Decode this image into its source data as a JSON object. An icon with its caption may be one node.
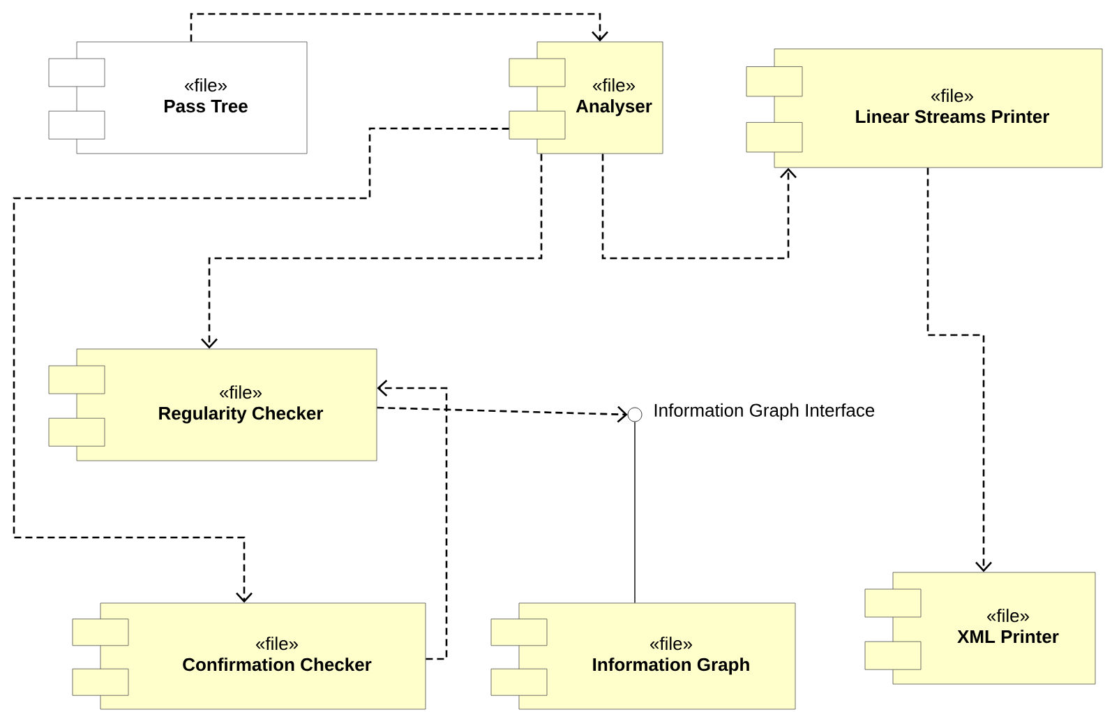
{
  "diagram": {
    "nodes": [
      {
        "text": [
          "«file»",
          "Pass Tree"
        ]
      },
      {
        "text": [
          "«file»",
          "Analyser"
        ]
      },
      {
        "text": [
          "«file»",
          "Linear Streams Printer"
        ]
      },
      {
        "text": [
          "«file»",
          "Regularity Checker"
        ]
      },
      {
        "text": [
          "«file»",
          "XML Printer"
        ]
      },
      {
        "text": [
          "«file»",
          "Confirmation Checker"
        ]
      },
      {
        "text": [
          "«file»",
          "Information Graph"
        ]
      },
      {
        "text": [],
        "shape": "circle",
        "beside": [
          "Information Graph Interface"
        ]
      }
    ],
    "edges": [
      {
        "from": 0,
        "to": 1,
        "arrow": "to",
        "style": "dashed"
      },
      {
        "from": 1,
        "to": 5,
        "arrow": "to",
        "style": "dashed"
      },
      {
        "from": 1,
        "to": 3,
        "arrow": "to",
        "style": "dashed"
      },
      {
        "from": 1,
        "to": 2,
        "arrow": "to",
        "style": "dashed"
      },
      {
        "from": 2,
        "to": 4,
        "arrow": "to",
        "style": "dashed"
      },
      {
        "from": 3,
        "to": 7,
        "arrow": "to",
        "style": "dashed"
      },
      {
        "from": 5,
        "to": 3,
        "arrow": "to",
        "style": "dashed"
      },
      {
        "from": 6,
        "to": 7,
        "arrow": "none"
      }
    ]
  }
}
